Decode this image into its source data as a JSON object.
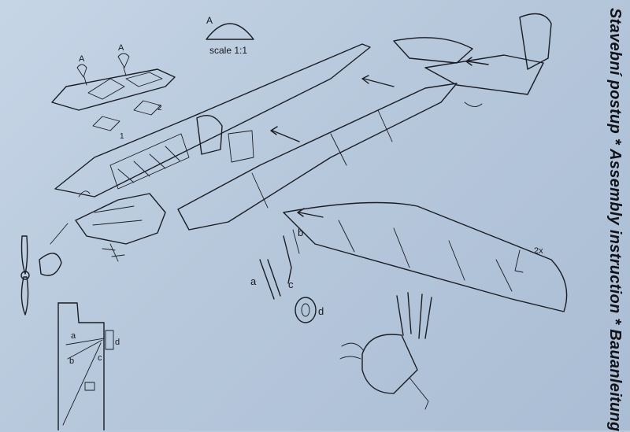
{
  "title": "Stavební postup * Assembly instruction * Bauanleitung",
  "scale_label": "scale 1:1",
  "labels": {
    "part_a_top": "A",
    "canopy_a_left": "A",
    "canopy_a_right": "A",
    "num_1": "1",
    "num_2": "2",
    "gear_a": "a",
    "gear_b": "b",
    "gear_c": "c",
    "wheel_d": "d",
    "inset_a": "a",
    "inset_b": "b",
    "inset_c": "c",
    "inset_d": "d",
    "wing_count": "2x"
  },
  "colors": {
    "paper": "#bccde0",
    "ink": "#1a1d24"
  }
}
